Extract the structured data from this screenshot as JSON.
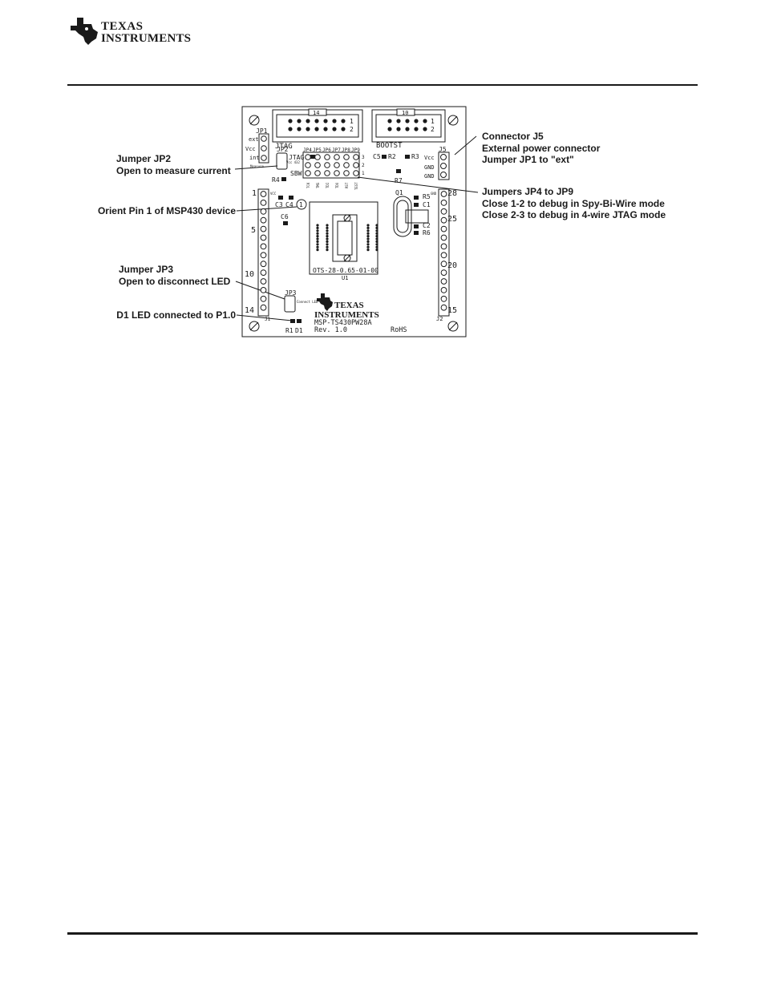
{
  "logo": {
    "line1": "TEXAS",
    "line2": "INSTRUMENTS"
  },
  "callouts": {
    "jp2": [
      "Jumper JP2",
      "Open to measure current"
    ],
    "pin1": [
      "Orient Pin 1 of MSP430 device"
    ],
    "jp3": [
      "Jumper JP3",
      "Open to disconnect LED"
    ],
    "d1": [
      "D1 LED connected to P1.0"
    ],
    "j5": [
      "Connector J5",
      "External power connector",
      "Jumper JP1 to \"ext\""
    ],
    "jp4to9": [
      "Jumpers JP4 to JP9",
      "Close 1-2 to debug in Spy-Bi-Wire mode",
      "Close 2-3 to debug in 4-wire JTAG mode"
    ]
  },
  "board": {
    "connector_jtag": {
      "id": "14",
      "name": "JTAG",
      "pin_odd": "1",
      "pin_even": "2"
    },
    "connector_bootst": {
      "id": "10",
      "name": "BOOTST",
      "pin_odd": "1",
      "pin_even": "2"
    },
    "jp1": {
      "label": "JP1",
      "positions": [
        "ext",
        "Vcc",
        "int"
      ]
    },
    "jp2": {
      "label": "JP2",
      "sub": "Vcc 432",
      "sub2": "Measure"
    },
    "jp_group": {
      "labels": [
        "JP4",
        "JP5",
        "JP6",
        "JP7",
        "JP8",
        "JP9"
      ],
      "mode_top": "JTAG",
      "mode_bottom": "SBW",
      "nums": [
        "3",
        "2",
        "1"
      ]
    },
    "jtag_signals": [
      "TCK",
      "TMS",
      "TDI",
      "TDO",
      "RST",
      "TEST"
    ],
    "j5": {
      "label": "J5",
      "pins": [
        "Vcc",
        "GND",
        "GND"
      ]
    },
    "components": {
      "c5": "C5",
      "r2": "R2",
      "r3": "R3",
      "r7": "R7",
      "r4": "R4",
      "q1": "Q1",
      "r5": "R5",
      "c1": "C1",
      "c2": "C2",
      "r6": "R6",
      "c3": "C3",
      "c4": "C4",
      "c6": "C6",
      "r1": "R1",
      "d1": "D1",
      "jp3": "JP3",
      "jp3_text": "Connect LED",
      "vcc": "VCC",
      "gnd": "GND",
      "pin1_marker": "1"
    },
    "header_j1": {
      "label": "J1",
      "numbers": [
        "1",
        "5",
        "10",
        "14"
      ]
    },
    "header_j2": {
      "label": "J2",
      "numbers": [
        "28",
        "25",
        "20",
        "15"
      ]
    },
    "socket": {
      "part": "OTS-28-0.65-01-00",
      "ref": "U1"
    },
    "board_name": "MSP-TS430PW28A",
    "rev": "Rev. 1.0",
    "rohs": "RoHS",
    "logo_line1": "TEXAS",
    "logo_line2": "INSTRUMENTS"
  }
}
